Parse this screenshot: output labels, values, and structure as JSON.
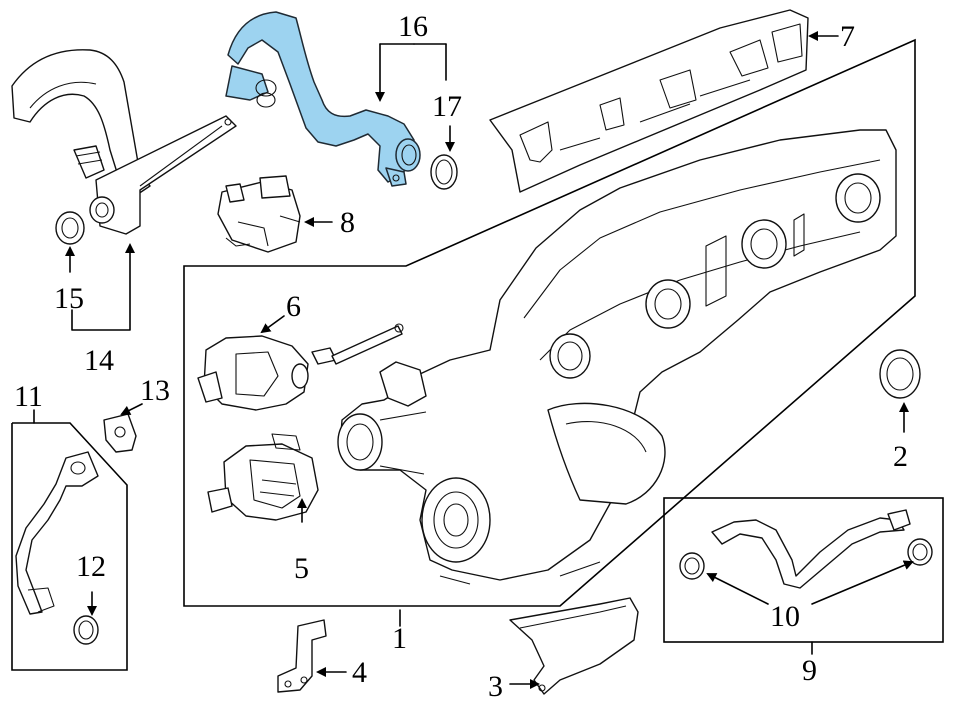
{
  "diagram": {
    "callouts": {
      "c1": "1",
      "c2": "2",
      "c3": "3",
      "c4": "4",
      "c5": "5",
      "c6": "6",
      "c7": "7",
      "c8": "8",
      "c9": "9",
      "c10": "10",
      "c11": "11",
      "c12": "12",
      "c13": "13",
      "c14": "14",
      "c15": "15",
      "c16": "16",
      "c17": "17"
    },
    "colors": {
      "highlight": "#9dd3f0",
      "line": "#000000",
      "background": "#ffffff"
    }
  }
}
